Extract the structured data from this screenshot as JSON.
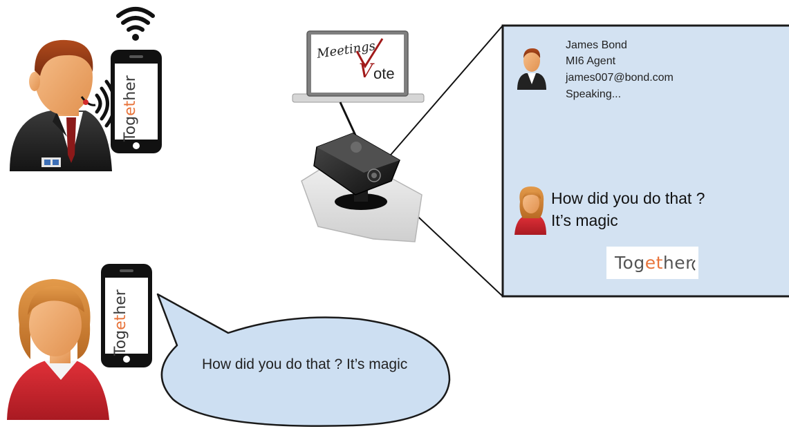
{
  "app": {
    "brand_prefix": "Tog",
    "brand_mid": "et",
    "brand_suffix": "her"
  },
  "laptop_screen": {
    "logo_word_1": "Meetings",
    "logo_word_2_initial": "V",
    "logo_word_2_rest": "ote"
  },
  "speaker_card": {
    "name": "James Bond",
    "role": "MI6 Agent",
    "email": "james007@bond.com",
    "status": "Speaking..."
  },
  "display_message": {
    "line_1": "How did you do that ?",
    "line_2": "It’s magic"
  },
  "speech_bubble": {
    "text": "How did you do that ? It’s magic"
  },
  "colors": {
    "panel_bg": "#d3e2f2",
    "bubble_bg": "#cddff2",
    "brand_accent": "#e8743b",
    "suit": "#2b2b2b",
    "skin": "#f2b079",
    "woman_top": "#d0262e",
    "woman_hair": "#d78a3c"
  },
  "icons": [
    "wifi-icon",
    "sound-waves-icon",
    "man-avatar",
    "woman-avatar",
    "phone-icon",
    "laptop-icon",
    "projector-icon"
  ]
}
